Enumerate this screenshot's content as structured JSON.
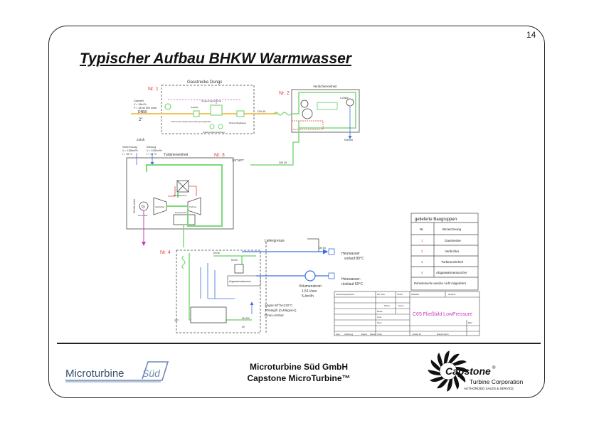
{
  "page": {
    "number": "14",
    "title": "Typischer Aufbau BHKW Warmwasser"
  },
  "diagram": {
    "gas_section": {
      "label": "Gasstrecke Dungs",
      "number": "Nr. 1",
      "gas_info": [
        "Gasbetrf",
        "V = 18m³/h",
        "P = 18 bis 500 mbar",
        "DN50",
        "2\""
      ],
      "labels": [
        "Thermische Absperreinrichtung Kugelhahn",
        "Gasfilter",
        "Doppelmagnetventile",
        "Rückschlagklappe",
        "Gasdrucküberwachung"
      ],
      "pipe": "DN 40"
    },
    "compressor": {
      "label": "Verdichtereinheit",
      "number": "Nr. 2",
      "pipe": "DN 40",
      "items": [
        "0,25kW",
        "Kühlluft"
      ]
    },
    "turbine": {
      "label": "Turbineneinheit",
      "number": "Nr. 3",
      "npt": "3/4\"NPT",
      "pipe": "DN 25",
      "intake": "Zuluft",
      "verbrennung": [
        "Verbrennung",
        "V = 1360m³/h",
        "t = 15 °C"
      ],
      "kuehlung": [
        "Kühlung",
        "V = 1530m³/h",
        "t = 15 °C"
      ],
      "elec": "65 kW elektr.",
      "parts": [
        "Generator",
        "Verdichter",
        "Turbine",
        "Brennkammer",
        "Rekuperator"
      ]
    },
    "heat_exchanger": {
      "number": "Nr. 4",
      "labels": [
        "DN 50",
        "DN 50",
        "Abgaswärmetauscher",
        "DN 200",
        "Abgas 60°bis120°C",
        "1764kg/h (0,49kg/sec)",
        "Pmax=5mbar",
        "310°",
        "60°"
      ]
    },
    "lieferungsgrenze": "Liefergrenze",
    "heizwasser_vorlauf": [
      "Heizwasser",
      "vorlauf 80°C"
    ],
    "heizwasser_ruecklauf": [
      "Heizwasser-",
      "rücklauf 60°C"
    ],
    "volumenstrom": [
      "Volumenstrom",
      "1,51 l/sec",
      "5,4m³/h"
    ],
    "fitting": "DN 50"
  },
  "baugruppen_table": {
    "title": "gelieferte Baugruppen",
    "headers": [
      "Nr.",
      "Bezeichnung"
    ],
    "rows": [
      [
        "1",
        "Gasstrecke"
      ],
      [
        "2",
        "Verdichter"
      ],
      [
        "3",
        "Turbineneinheit"
      ],
      [
        "4",
        "Abgaswärmetauscher"
      ]
    ],
    "note": "Rohrelemente werden nicht mitgeliefert"
  },
  "title_block": {
    "drawing_title": "C65 Fließbild LowPressure",
    "cells": [
      "Verwendungsbereich",
      "Zul. Abw.",
      "Oberfl.",
      "Maßstab",
      "Gewicht",
      "Datum",
      "Name",
      "Bearb.",
      "Gepr.",
      "Norm",
      "Blatt",
      "Zust.",
      "Änderung",
      "Datum",
      "Name",
      "Urspr.",
      "Ersatz für",
      "Ersetzt durch"
    ]
  },
  "footer": {
    "company_line1": "Microturbine Süd GmbH",
    "company_line2": "Capstone MicroTurbine™",
    "left_logo": {
      "word1": "Microturbine",
      "word2": "Süd"
    },
    "right_logo": {
      "name": "Capstone",
      "mark": "®",
      "line1": "Turbine Corporation",
      "line2": "AUTHORIZED SALES & SERVICE"
    }
  },
  "colors": {
    "pipe_green": "#7dd87a",
    "accent_red": "#e0403a",
    "magenta": "#c23fbf",
    "pipe_blue": "#3d6fe0"
  }
}
